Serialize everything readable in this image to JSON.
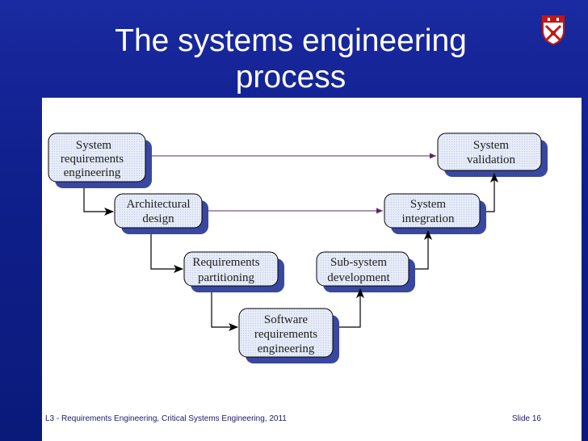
{
  "slide": {
    "title_line1": "The systems engineering",
    "title_line2": "process",
    "footer_left": "L3 - Requirements Engineering, Critical Systems Engineering, 2011",
    "footer_right": "Slide 16"
  },
  "colors": {
    "background": "#0f1f8c",
    "node_fill": "#e8eef8",
    "node_shadow": "#3848a0",
    "arrow": "#000000",
    "connector": "#5a2a6a"
  },
  "nodes": [
    {
      "id": "sys-req-eng",
      "lines": [
        "System",
        "requirements",
        "engineering"
      ]
    },
    {
      "id": "arch-design",
      "lines": [
        "Architectural",
        "design"
      ]
    },
    {
      "id": "req-partition",
      "lines": [
        "Requirements",
        "partitioning"
      ]
    },
    {
      "id": "sw-req-eng",
      "lines": [
        "Software",
        "requirements",
        "engineering"
      ]
    },
    {
      "id": "subsys-dev",
      "lines": [
        "Sub-system",
        "development"
      ]
    },
    {
      "id": "sys-integration",
      "lines": [
        "System",
        "integration"
      ]
    },
    {
      "id": "sys-validation",
      "lines": [
        "System",
        "validation"
      ]
    }
  ]
}
